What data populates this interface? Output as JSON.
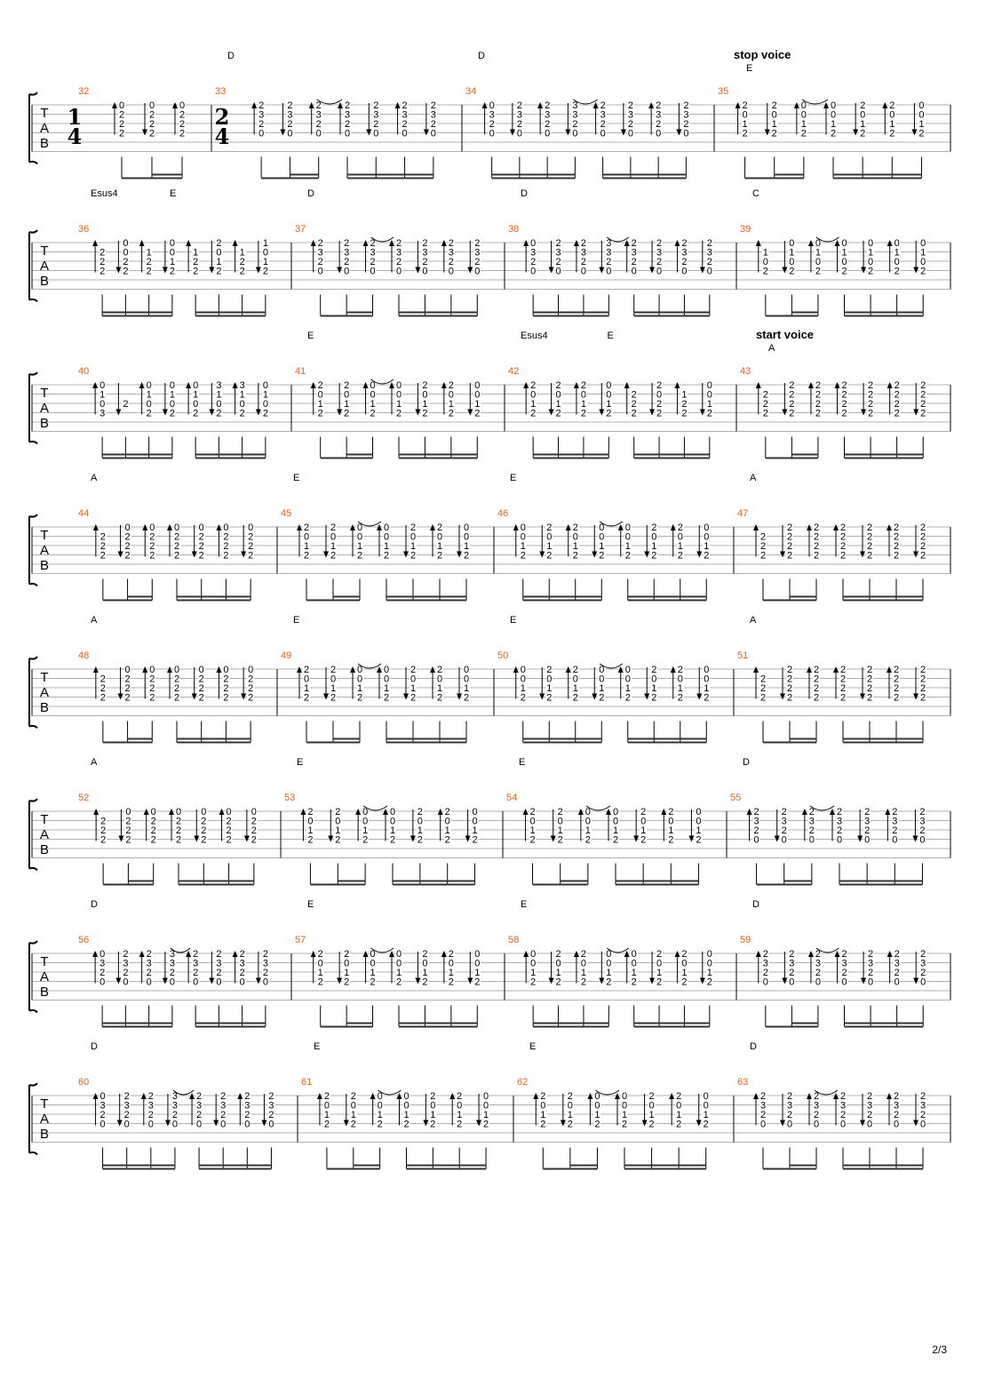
{
  "page_number": "2/3",
  "tab_clef": [
    "T",
    "A",
    "B"
  ],
  "time_signatures": [
    {
      "measure": 32,
      "numerator": "1",
      "denominator": "4"
    },
    {
      "measure": 33,
      "numerator": "2",
      "denominator": "4"
    }
  ],
  "systems": [
    {
      "measures": [
        {
          "number": "32",
          "chords": [],
          "pattern": "A1"
        },
        {
          "number": "33",
          "chords": [
            "D"
          ],
          "pattern": "D"
        },
        {
          "number": "34",
          "chords": [
            "D"
          ],
          "pattern": "D2"
        },
        {
          "number": "35",
          "chords": [
            "E"
          ],
          "text": "stop voice",
          "pattern": "E"
        }
      ]
    },
    {
      "measures": [
        {
          "number": "36",
          "chords": [
            "Esus4",
            "E"
          ],
          "pattern": "ESUS"
        },
        {
          "number": "37",
          "chords": [
            "D"
          ],
          "pattern": "D"
        },
        {
          "number": "38",
          "chords": [
            "D"
          ],
          "pattern": "D2"
        },
        {
          "number": "39",
          "chords": [
            "C"
          ],
          "pattern": "C"
        }
      ]
    },
    {
      "measures": [
        {
          "number": "40",
          "chords": [],
          "pattern": "C2"
        },
        {
          "number": "41",
          "chords": [
            "E"
          ],
          "pattern": "E"
        },
        {
          "number": "42",
          "chords": [
            "Esus4",
            "E"
          ],
          "pattern": "ESUS2"
        },
        {
          "number": "43",
          "chords": [
            "A"
          ],
          "text": "start voice",
          "pattern": "A"
        }
      ]
    },
    {
      "measures": [
        {
          "number": "44",
          "chords": [
            "A"
          ],
          "pattern": "A2"
        },
        {
          "number": "45",
          "chords": [
            "E"
          ],
          "pattern": "E"
        },
        {
          "number": "46",
          "chords": [
            "E"
          ],
          "pattern": "E2"
        },
        {
          "number": "47",
          "chords": [
            "A"
          ],
          "pattern": "A"
        }
      ]
    },
    {
      "measures": [
        {
          "number": "48",
          "chords": [
            "A"
          ],
          "pattern": "A2"
        },
        {
          "number": "49",
          "chords": [
            "E"
          ],
          "pattern": "E"
        },
        {
          "number": "50",
          "chords": [
            "E"
          ],
          "pattern": "E2"
        },
        {
          "number": "51",
          "chords": [
            "A"
          ],
          "pattern": "A"
        }
      ]
    },
    {
      "measures": [
        {
          "number": "52",
          "chords": [
            "A"
          ],
          "pattern": "A2"
        },
        {
          "number": "53",
          "chords": [
            "E"
          ],
          "pattern": "E"
        },
        {
          "number": "54",
          "chords": [
            "E"
          ],
          "pattern": "E"
        },
        {
          "number": "55",
          "chords": [
            "D"
          ],
          "pattern": "D"
        }
      ]
    },
    {
      "measures": [
        {
          "number": "56",
          "chords": [
            "D"
          ],
          "pattern": "D2"
        },
        {
          "number": "57",
          "chords": [
            "E"
          ],
          "pattern": "E"
        },
        {
          "number": "58",
          "chords": [
            "E"
          ],
          "pattern": "E2"
        },
        {
          "number": "59",
          "chords": [
            "D"
          ],
          "pattern": "D"
        }
      ]
    },
    {
      "measures": [
        {
          "number": "60",
          "chords": [
            "D"
          ],
          "pattern": "D2"
        },
        {
          "number": "61",
          "chords": [
            "E"
          ],
          "pattern": "E"
        },
        {
          "number": "62",
          "chords": [
            "E"
          ],
          "pattern": "E"
        },
        {
          "number": "63",
          "chords": [
            "D"
          ],
          "pattern": "D"
        }
      ]
    }
  ],
  "patterns": {
    "D": {
      "beat1": [
        [
          "2",
          "3",
          "2",
          "0"
        ],
        [
          "2",
          "3",
          "2",
          "0"
        ],
        [
          "2",
          "3",
          "2",
          "0"
        ]
      ],
      "beat2": [
        [
          "2",
          "3",
          "2",
          "0"
        ],
        [
          "2",
          "3",
          "2",
          "0"
        ],
        [
          "2",
          "3",
          "2",
          "0"
        ],
        [
          "2",
          "3",
          "2",
          "0"
        ]
      ],
      "tie": true
    },
    "D2": {
      "beat1": [
        [
          "0",
          "3",
          "2",
          "0"
        ],
        [
          "2",
          "3",
          "2",
          "0"
        ],
        [
          "2",
          "3",
          "2",
          "0"
        ],
        [
          "3",
          "3",
          "2",
          "0"
        ]
      ],
      "beat2": [
        [
          "2",
          "3",
          "2",
          "0"
        ],
        [
          "2",
          "3",
          "2",
          "0"
        ],
        [
          "2",
          "3",
          "2",
          "0"
        ],
        [
          "2",
          "3",
          "2",
          "0"
        ]
      ],
      "tie": true
    },
    "E": {
      "beat1": [
        [
          "2",
          "0",
          "1",
          "2"
        ],
        [
          "2",
          "0",
          "1",
          "2"
        ],
        [
          "0",
          "0",
          "1",
          "2"
        ]
      ],
      "beat2": [
        [
          "0",
          "0",
          "1",
          "2"
        ],
        [
          "2",
          "0",
          "1",
          "2"
        ],
        [
          "2",
          "0",
          "1",
          "2"
        ],
        [
          "0",
          "0",
          "1",
          "2"
        ]
      ],
      "tie": true
    },
    "E2": {
      "beat1": [
        [
          "0",
          "0",
          "1",
          "2"
        ],
        [
          "2",
          "0",
          "1",
          "2"
        ],
        [
          "2",
          "0",
          "1",
          "2"
        ],
        [
          "0",
          "0",
          "1",
          "2"
        ]
      ],
      "beat2": [
        [
          "0",
          "0",
          "1",
          "2"
        ],
        [
          "2",
          "0",
          "1",
          "2"
        ],
        [
          "2",
          "0",
          "1",
          "2"
        ],
        [
          "0",
          "0",
          "1",
          "2"
        ]
      ],
      "tie": true
    },
    "A": {
      "beat1": [
        [
          "",
          "2",
          "2",
          "2"
        ],
        [
          "2",
          "2",
          "2",
          "2"
        ],
        [
          "2",
          "2",
          "2",
          "2"
        ]
      ],
      "beat2": [
        [
          "2",
          "2",
          "2",
          "2"
        ],
        [
          "2",
          "2",
          "2",
          "2"
        ],
        [
          "2",
          "2",
          "2",
          "2"
        ],
        [
          "2",
          "2",
          "2",
          "2"
        ]
      ],
      "tie": false
    },
    "A1": {
      "beat1": [
        [
          "0",
          "2",
          "2",
          "2"
        ],
        [
          "0",
          "2",
          "2",
          "2"
        ],
        [
          "0",
          "2",
          "2",
          "2"
        ]
      ],
      "beat2": [],
      "tie": false
    },
    "A2": {
      "beat1": [
        [
          "",
          "2",
          "2",
          "2"
        ],
        [
          "0",
          "2",
          "2",
          "2"
        ],
        [
          "0",
          "2",
          "2",
          "2"
        ]
      ],
      "beat2": [
        [
          "0",
          "2",
          "2",
          "2"
        ],
        [
          "0",
          "2",
          "2",
          "2"
        ],
        [
          "0",
          "2",
          "2",
          "2"
        ],
        [
          "0",
          "2",
          "2",
          "2"
        ]
      ],
      "tie": false
    },
    "ESUS": {
      "beat1": [
        [
          "",
          "2",
          "2",
          "2"
        ],
        [
          "0",
          "0",
          "2",
          "2"
        ],
        [
          "",
          "1",
          "2",
          "2"
        ],
        [
          "0",
          "0",
          "1",
          "2"
        ]
      ],
      "beat2": [
        [
          "",
          "1",
          "2",
          "2"
        ],
        [
          "2",
          "0",
          "1",
          "2"
        ],
        [
          "",
          "1",
          "2",
          "2"
        ],
        [
          "1",
          "0",
          "1",
          "2"
        ]
      ],
      "tie": false
    },
    "ESUS2": {
      "beat1": [
        [
          "2",
          "0",
          "1",
          "2"
        ],
        [
          "2",
          "0",
          "1",
          "2"
        ],
        [
          "2",
          "0",
          "1",
          "2"
        ],
        [
          "0",
          "0",
          "1",
          "2"
        ]
      ],
      "beat2": [
        [
          "",
          "2",
          "2",
          "2"
        ],
        [
          "2",
          "0",
          "2",
          "2"
        ],
        [
          "",
          "1",
          "2",
          "2"
        ],
        [
          "0",
          "0",
          "1",
          "2"
        ]
      ],
      "tie": false
    },
    "C": {
      "beat1": [
        [
          "",
          "1",
          "0",
          "2"
        ],
        [
          "0",
          "1",
          "0",
          "2"
        ],
        [
          "0",
          "1",
          "0",
          "2"
        ]
      ],
      "beat2": [
        [
          "0",
          "1",
          "0",
          "2"
        ],
        [
          "0",
          "1",
          "0",
          "2"
        ],
        [
          "0",
          "1",
          "0",
          "2"
        ],
        [
          "0",
          "1",
          "0",
          "2"
        ]
      ],
      "tie": true
    },
    "C2": {
      "beat1": [
        [
          "0",
          "1",
          "0",
          "3"
        ],
        [
          "",
          "",
          "2",
          ""
        ],
        [
          "0",
          "1",
          "0",
          "2"
        ],
        [
          "0",
          "1",
          "0",
          "2"
        ]
      ],
      "beat2": [
        [
          "0",
          "1",
          "0",
          "2"
        ],
        [
          "3",
          "1",
          "0",
          "2"
        ],
        [
          "3",
          "1",
          "0",
          "2"
        ],
        [
          "0",
          "1",
          "0",
          "2"
        ]
      ],
      "tie": false
    }
  }
}
